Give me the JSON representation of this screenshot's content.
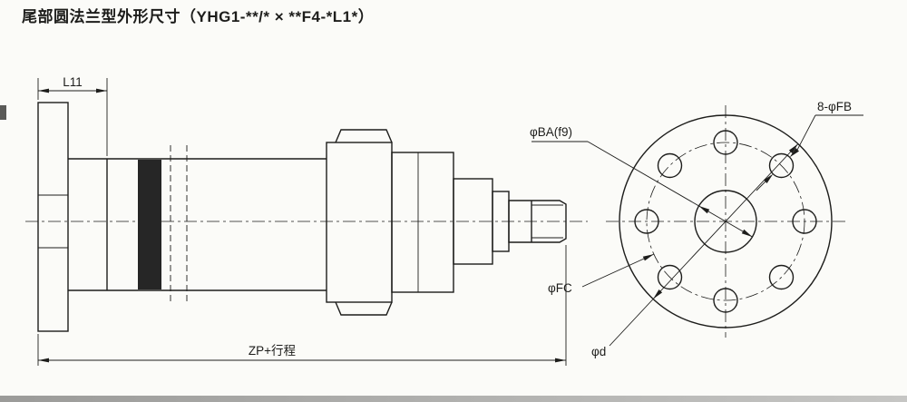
{
  "page": {
    "title": "尾部圆法兰型外形尺寸（YHG1-**/* × **F4-*L1*）"
  },
  "side_view": {
    "dims": {
      "l11": "L11",
      "stroke": "ZP+行程"
    }
  },
  "end_view": {
    "labels": {
      "bore": "φBA(f9)",
      "bolt_holes": "8-φFB",
      "bolt_circle": "φFC",
      "outer_dia": "φd"
    }
  },
  "colors": {
    "ink": "#1d1d1b",
    "paper": "#fbfbf8",
    "band": "#262626"
  }
}
